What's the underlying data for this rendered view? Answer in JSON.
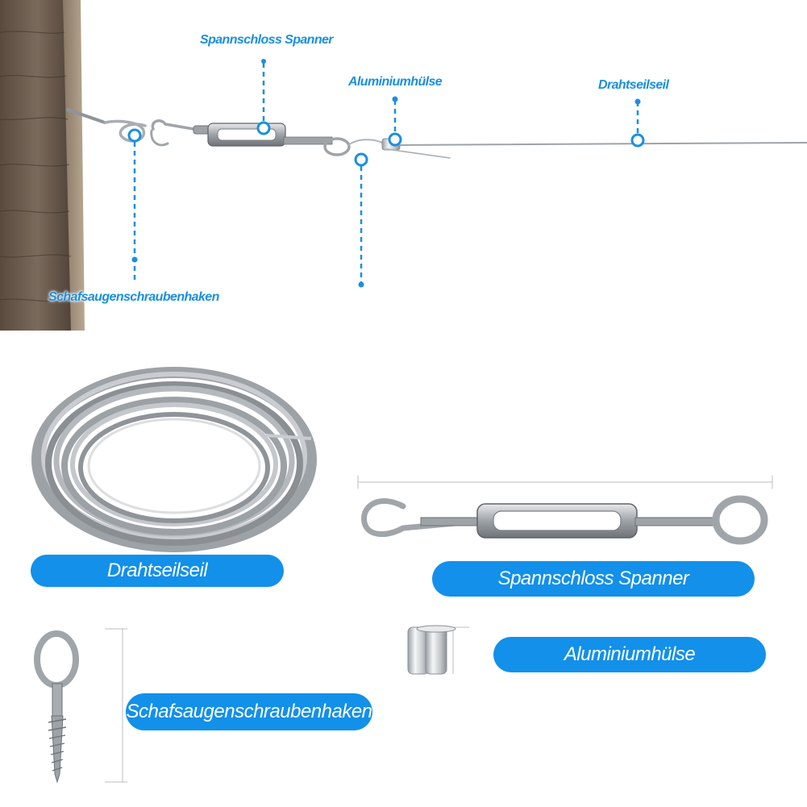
{
  "diagram": {
    "callouts": {
      "turnbuckle": "Spannschloss Spanner",
      "sleeve": "Aluminiumhülse",
      "wire": "Drahtseilseil",
      "eye_hook": "Schafsaugenschraubenhaken"
    }
  },
  "products": {
    "wire_label": "Drahtseilseil",
    "turnbuckle_label": "Spannschloss Spanner",
    "sleeve_label": "Aluminiumhülse",
    "eye_hook_label": "Schafsaugenschraubenhaken"
  },
  "colors": {
    "accent": "#1290ea",
    "callout": "#1a8fe0",
    "wood": "#6b5a4c",
    "steel": "#b8bcc0"
  }
}
